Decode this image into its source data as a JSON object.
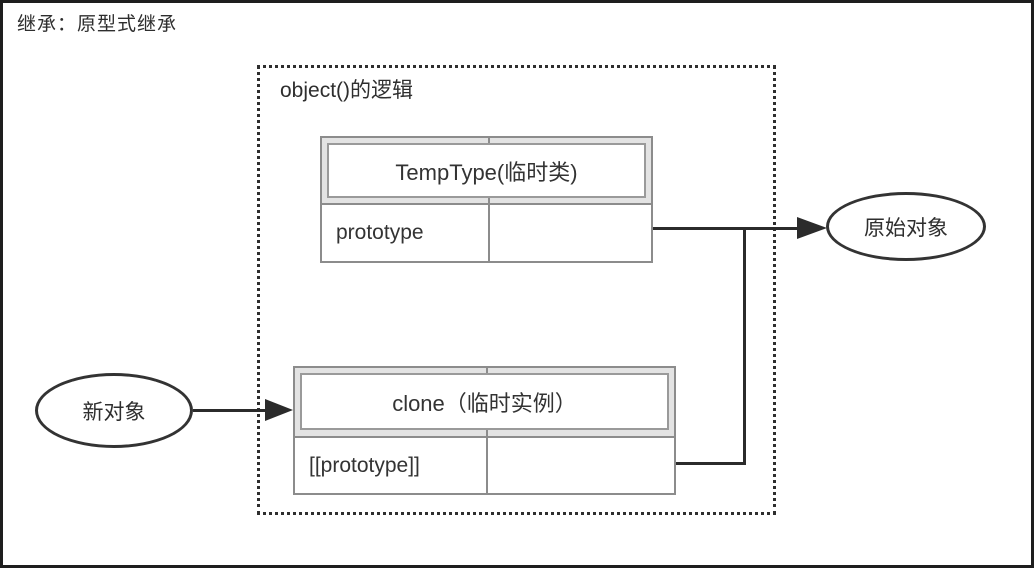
{
  "page": {
    "title": "继承：原型式继承"
  },
  "group": {
    "label": "object()的逻辑"
  },
  "tables": {
    "temptype": {
      "header": "TempType(临时类)",
      "row": {
        "label": "prototype",
        "value": ""
      }
    },
    "clone": {
      "header": "clone（临时实例）",
      "row": {
        "label": "[[prototype]]",
        "value": ""
      }
    }
  },
  "nodes": {
    "original_object": "原始对象",
    "new_object": "新对象"
  },
  "edges": [
    {
      "from": "TempType.prototype",
      "to": "原始对象",
      "style": "arrow"
    },
    {
      "from": "clone.[[prototype]]",
      "to": "原始对象",
      "style": "merge-into-arrow"
    },
    {
      "from": "新对象",
      "to": "clone",
      "style": "arrow"
    }
  ],
  "colors": {
    "line": "#2b2b2b",
    "table_border": "#8c8c8c",
    "table_header_bg": "#e3e3e3",
    "frame": "#1e1e1e",
    "text": "#2e2e2e"
  }
}
